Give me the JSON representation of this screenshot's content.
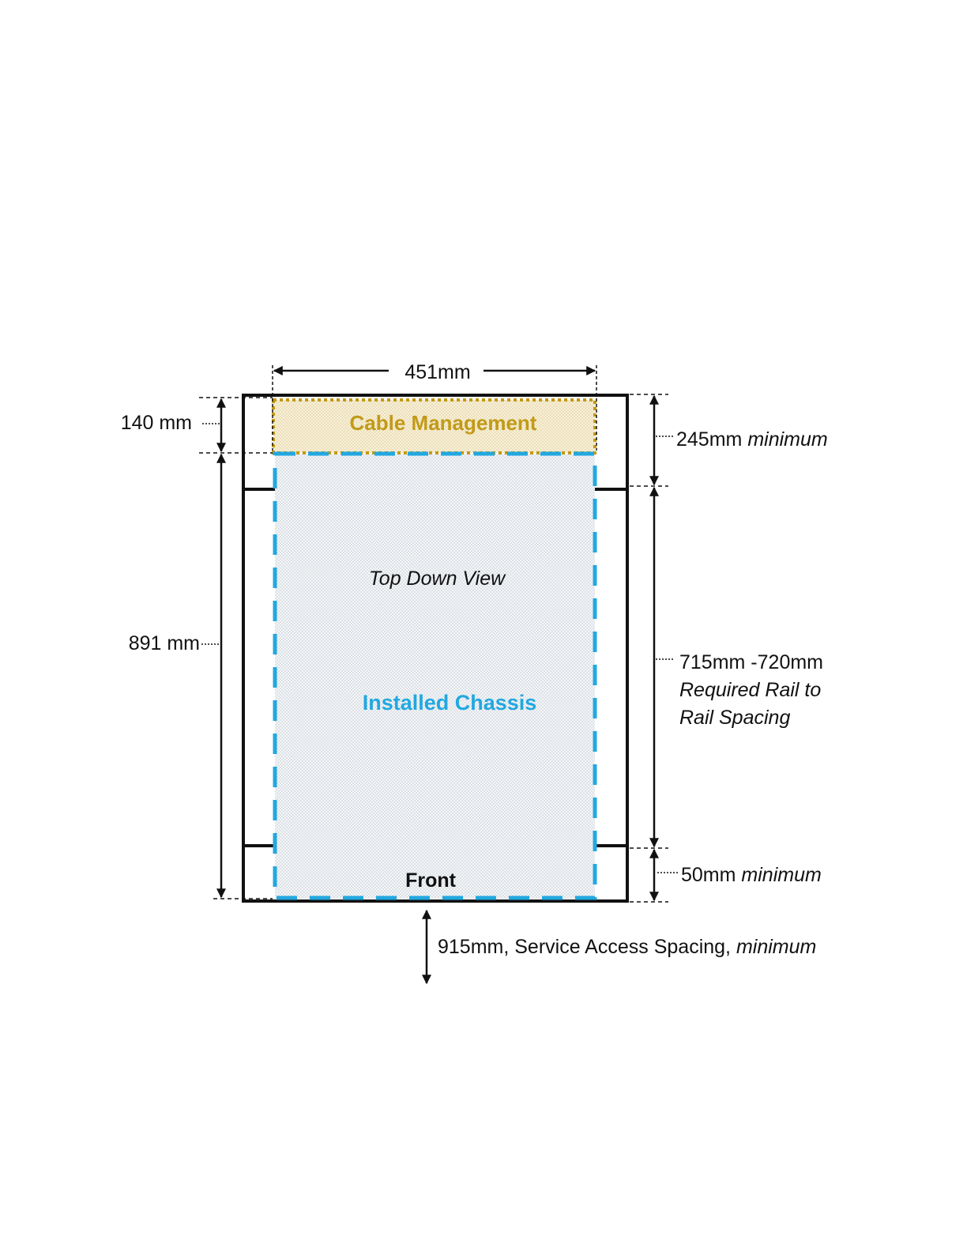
{
  "colors": {
    "cable_management": "#c29a17",
    "cable_fill": "#f6edd2",
    "chassis": "#22a8e0",
    "chassis_fill": "#eef2f5",
    "rack": "#111111"
  },
  "labels": {
    "width": "451mm",
    "cable_management": "Cable Management",
    "cable_depth": "140 mm",
    "chassis_depth": "891 mm",
    "top_clearance_value": "245mm",
    "top_clearance_qualifier": "minimum",
    "rail_spacing_value": "715mm -720mm",
    "rail_spacing_line1": "Required Rail to",
    "rail_spacing_line2": "Rail Spacing",
    "front_clearance_value": "50mm",
    "front_clearance_qualifier": "minimum",
    "view_name": "Top Down View",
    "installed_chassis": "Installed Chassis",
    "front": "Front",
    "service_access_value": "915mm, Service Access Spacing,",
    "service_access_qualifier": "minimum"
  }
}
